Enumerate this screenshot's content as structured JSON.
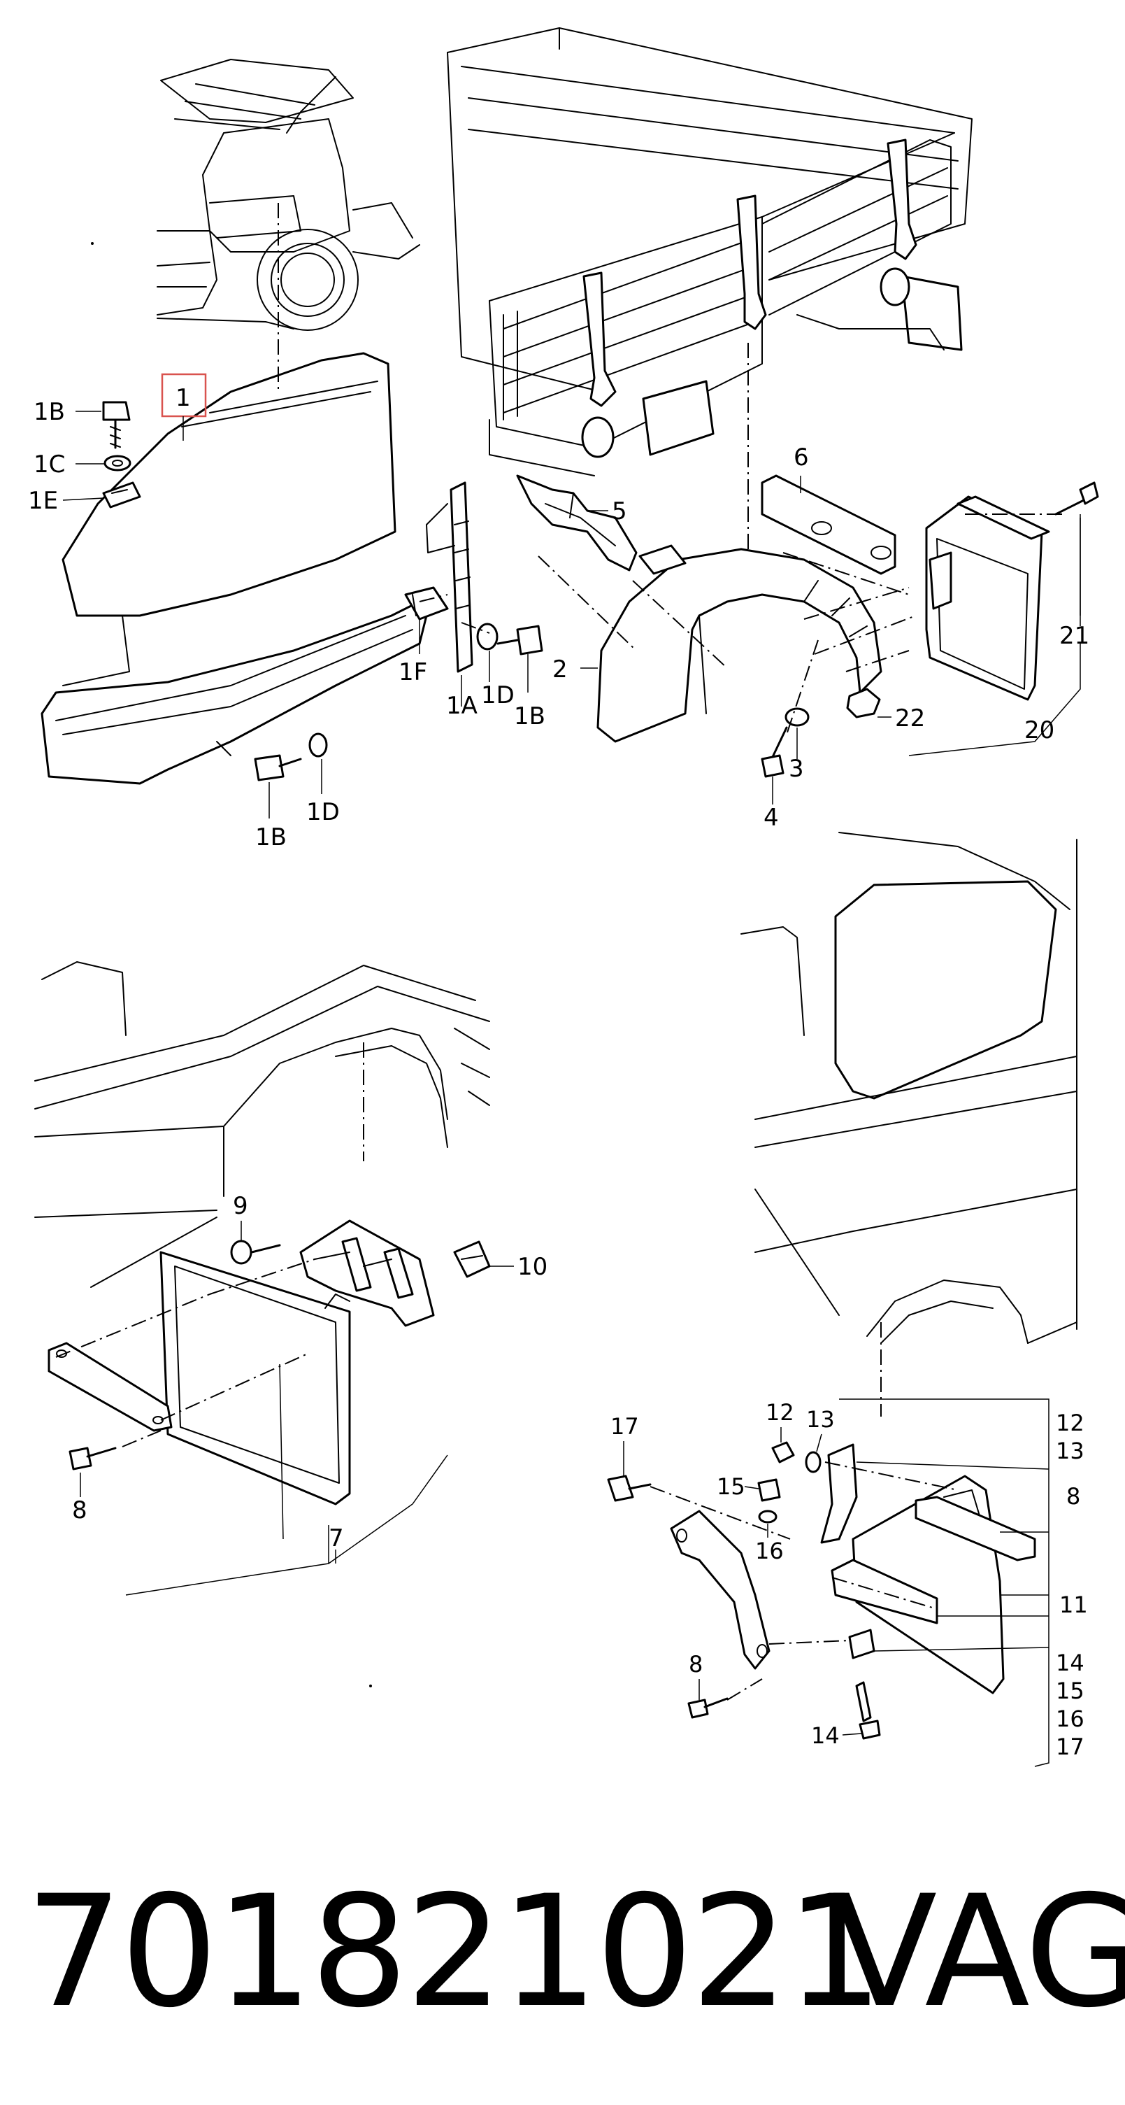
{
  "part_number": "701821021",
  "brand": "VAG",
  "highlight_color": "#d9534f",
  "callouts": {
    "c1": "1",
    "c1B_a": "1B",
    "c1C": "1C",
    "c1E": "1E",
    "c1F": "1F",
    "c1A": "1A",
    "c1D_a": "1D",
    "c1B_b": "1B",
    "c1B_c": "1B",
    "c1D_b": "1D",
    "c2": "2",
    "c3": "3",
    "c4": "4",
    "c5": "5",
    "c6": "6",
    "c20": "20",
    "c21": "21",
    "c22": "22",
    "c7": "7",
    "c8_a": "8",
    "c9": "9",
    "c10": "10",
    "c12_a": "12",
    "c13_a": "13",
    "c15_a": "15",
    "c16_a": "16",
    "c17_a": "17",
    "c8_b": "8",
    "c14_a": "14",
    "r12": "12",
    "r13": "13",
    "r8": "8",
    "r11": "11",
    "r14": "14",
    "r15": "15",
    "r16": "16",
    "r17": "17"
  }
}
